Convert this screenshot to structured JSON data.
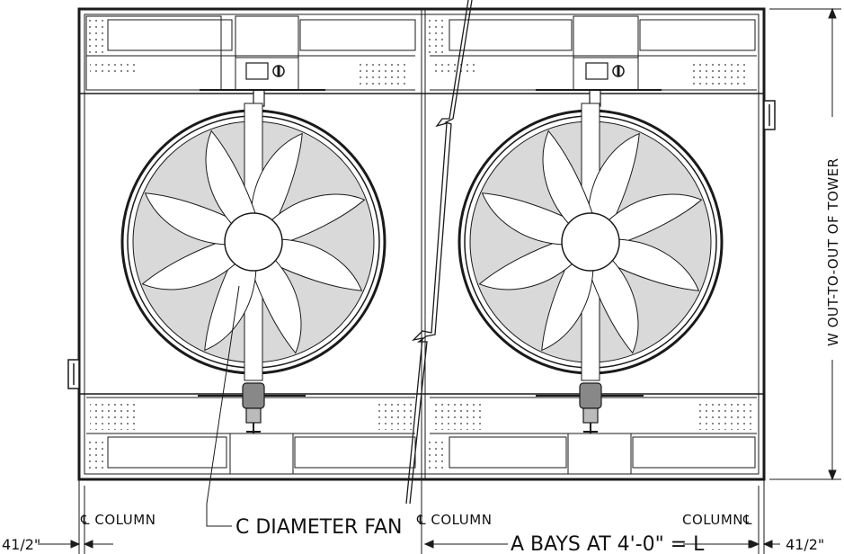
{
  "labels": {
    "width_dimension": "W OUT-TO-OUT OF TOWER",
    "left_column": "℄ COLUMN",
    "center_column": "℄ COLUMN",
    "right_column": "COLUMN℄",
    "fan_diameter": "C DIAMETER FAN",
    "bays": "A BAYS AT 4'-0\" = L",
    "left_offset": "41/2\"",
    "right_offset": "41/2\""
  },
  "diagram": {
    "fan_count": 2,
    "blades_per_fan": 8,
    "colors": {
      "line": "#1a1a1a",
      "fan_fill": "#d9d9d9",
      "blade_fill": "#ffffff"
    }
  }
}
